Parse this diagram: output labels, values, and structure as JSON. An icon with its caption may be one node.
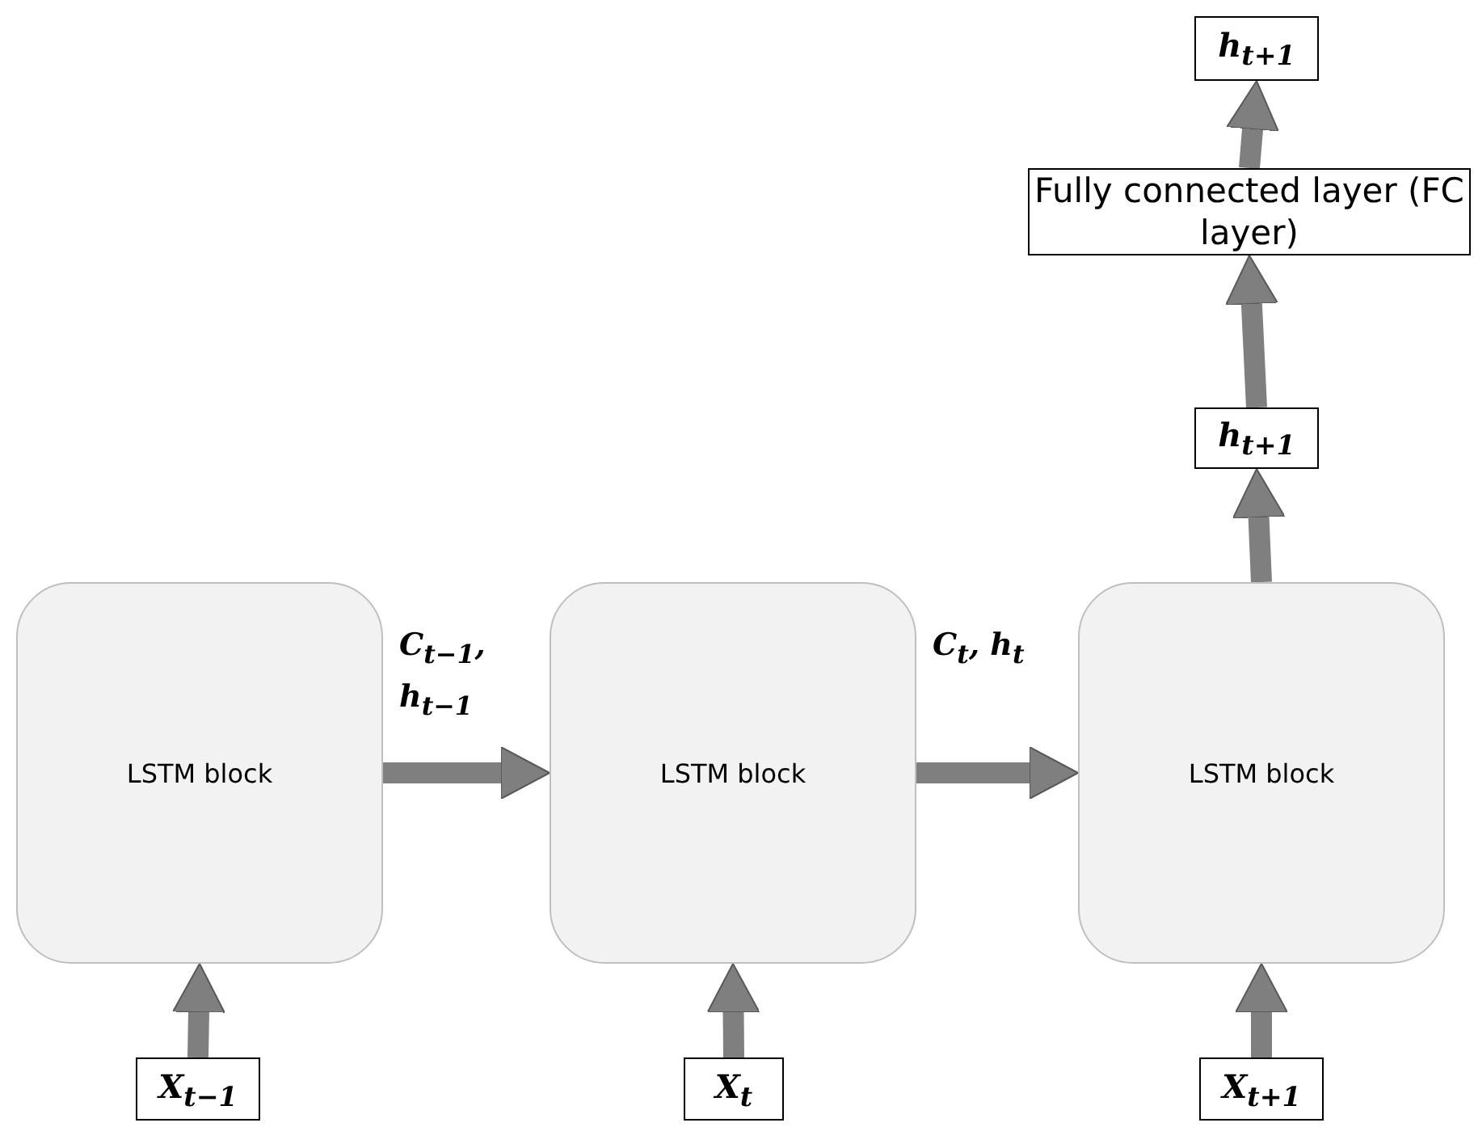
{
  "diagram": {
    "nodes": [
      {
        "text": [
          "h$_{t+1}$"
        ]
      },
      {
        "text": [
          "Fully connected layer (FC layer)"
        ]
      },
      {
        "text": [
          "h$_{t+1}$"
        ]
      },
      {
        "text": [
          "LSTM block"
        ]
      },
      {
        "text": [
          "LSTM block"
        ]
      },
      {
        "text": [
          "LSTM block"
        ]
      },
      {
        "text": [
          "X$_{t−1}$"
        ]
      },
      {
        "text": [
          "X$_{t}$"
        ]
      },
      {
        "text": [
          "X$_{t+1}$"
        ]
      }
    ],
    "edges": [
      {
        "from": 6,
        "to": 3,
        "arrow": "to"
      },
      {
        "from": 3,
        "to": 4,
        "arrow": "to",
        "label": "C$_{t−1}$, h$_{t−1}$"
      },
      {
        "from": 7,
        "to": 4,
        "arrow": "to"
      },
      {
        "from": 4,
        "to": 5,
        "arrow": "to",
        "label": "C$_{t}$, h$_{t}$"
      },
      {
        "from": 8,
        "to": 5,
        "arrow": "to"
      },
      {
        "from": 5,
        "to": 2,
        "arrow": "to"
      },
      {
        "from": 2,
        "to": 1,
        "arrow": "to"
      },
      {
        "from": 1,
        "to": 0,
        "arrow": "to"
      }
    ]
  }
}
